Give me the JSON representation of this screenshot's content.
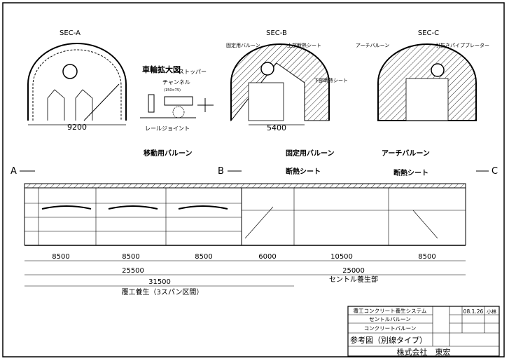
{
  "sections": {
    "a": "SEC-A",
    "b": "SEC-B",
    "c": "SEC-C"
  },
  "sec_a": {
    "width": "9200"
  },
  "wheel_detail": {
    "title": "車輪拡大図",
    "stopper": "ストッパー",
    "channel": "チャンネル",
    "channel_size": "(150×75)",
    "rail_joint": "レールジョイント"
  },
  "sec_b": {
    "fixed_balloon": "固定用バルーン",
    "upper_sheet": "上部断熱シート",
    "lower_sheet": "下部断熱シート",
    "width": "5400"
  },
  "sec_c": {
    "arch_balloon": "アーチバルーン",
    "breaker": "引抜きパイプブレーター"
  },
  "elevation": {
    "markers": {
      "a": "A",
      "b": "B",
      "c": "C"
    },
    "moving_balloon": "移動用バルーン",
    "fixed_balloon": "固定用バルーン",
    "sheet_b": "断熱シート",
    "arch_balloon": "アーチバルーン",
    "sheet_c": "断熱シート",
    "dims_row1": [
      "8500",
      "8500",
      "8500",
      "6000",
      "10500",
      "8500"
    ],
    "dims_row2": [
      "25500",
      "25000"
    ],
    "dims_row3": [
      "31500"
    ],
    "label_lining": "覆工養生（3スパン区間）",
    "label_centle": "セントル養生部"
  },
  "title_block": {
    "line1": "覆工コンクリート養生システム",
    "line2": "セントルバルーン",
    "line3": "コンクリートバルーン",
    "ref": "参考図（別線タイプ）",
    "company": "株式会社　東宏",
    "date": "08.1.26",
    "drawn_by": "小林"
  }
}
